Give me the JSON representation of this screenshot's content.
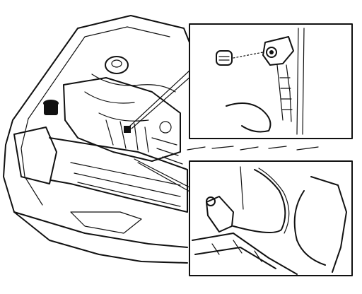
{
  "illustration": {
    "subject": "engine-bay-technical-line-drawing",
    "panels": [
      "main-engine-view",
      "inset-top-sensor-detail",
      "inset-bottom-connector-detail"
    ],
    "colors": {
      "ink": "#111111",
      "paper": "#ffffff"
    }
  }
}
